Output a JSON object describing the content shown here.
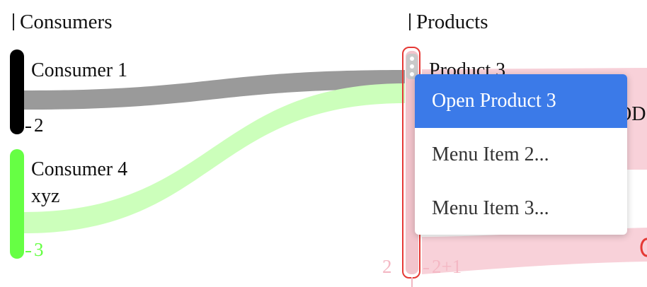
{
  "columns": {
    "consumers": "Consumers",
    "products": "Products"
  },
  "consumers": [
    {
      "label": "Consumer 1",
      "count": "2",
      "color": "#000000"
    },
    {
      "label": "Consumer 4",
      "sublabel": "xyz",
      "count": "3",
      "color": "#66ff44"
    }
  ],
  "product": {
    "label": "Product 3",
    "count_in": "2",
    "count_out": "2+1",
    "count_color": "#f4b8c4",
    "frame_color": "#e53935"
  },
  "cut_off_label": "OD",
  "menu": {
    "items": [
      {
        "label": "Open Product 3",
        "active": true
      },
      {
        "label": "Menu Item 2..."
      },
      {
        "label": "Menu Item 3..."
      }
    ],
    "active_color": "#3b7ae8"
  },
  "flow_colors": {
    "consumer1": "#9a9a9a",
    "consumer4": "#ccffbb",
    "outgoing": "#f5c2cc"
  }
}
